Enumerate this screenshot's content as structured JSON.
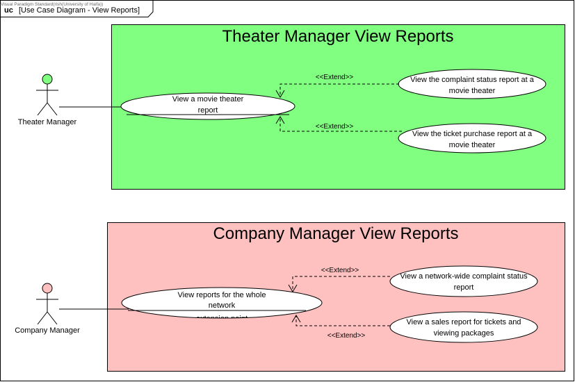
{
  "watermark": "Visual Paradigm Standard(rish(University of Haifa))",
  "frame": {
    "kind": "uc",
    "title": "[Use Case Diagram - View Reports]"
  },
  "colors": {
    "theater_boundary": "#80ff80",
    "company_boundary": "#ffc0c0",
    "theater_actor_head": "#80ff80",
    "company_actor_head": "#ffc0c0",
    "use_case_fill": "#ffffff"
  },
  "theater": {
    "boundary_title": "Theater Manager View Reports",
    "actor": "Theater Manager",
    "base_use_case": [
      "View a movie theater",
      "report"
    ],
    "ext1_use_case": [
      "View the complaint status report at a",
      "movie theater"
    ],
    "ext2_use_case": [
      "View the ticket purchase report at a",
      "movie theater"
    ],
    "extend1_label": "<<Extend>>",
    "extend2_label": "<<Extend>>"
  },
  "company": {
    "boundary_title": "Company Manager View Reports",
    "actor": "Company Manager",
    "base_use_case": [
      "View reports for the whole",
      "network"
    ],
    "base_extension_point": "extension point",
    "ext1_use_case": [
      "View a network-wide complaint status",
      "report"
    ],
    "ext2_use_case": [
      "View a sales report for tickets and",
      "viewing packages"
    ],
    "extend1_label": "<<Extend>>",
    "extend2_label": "<<Extend>>"
  }
}
